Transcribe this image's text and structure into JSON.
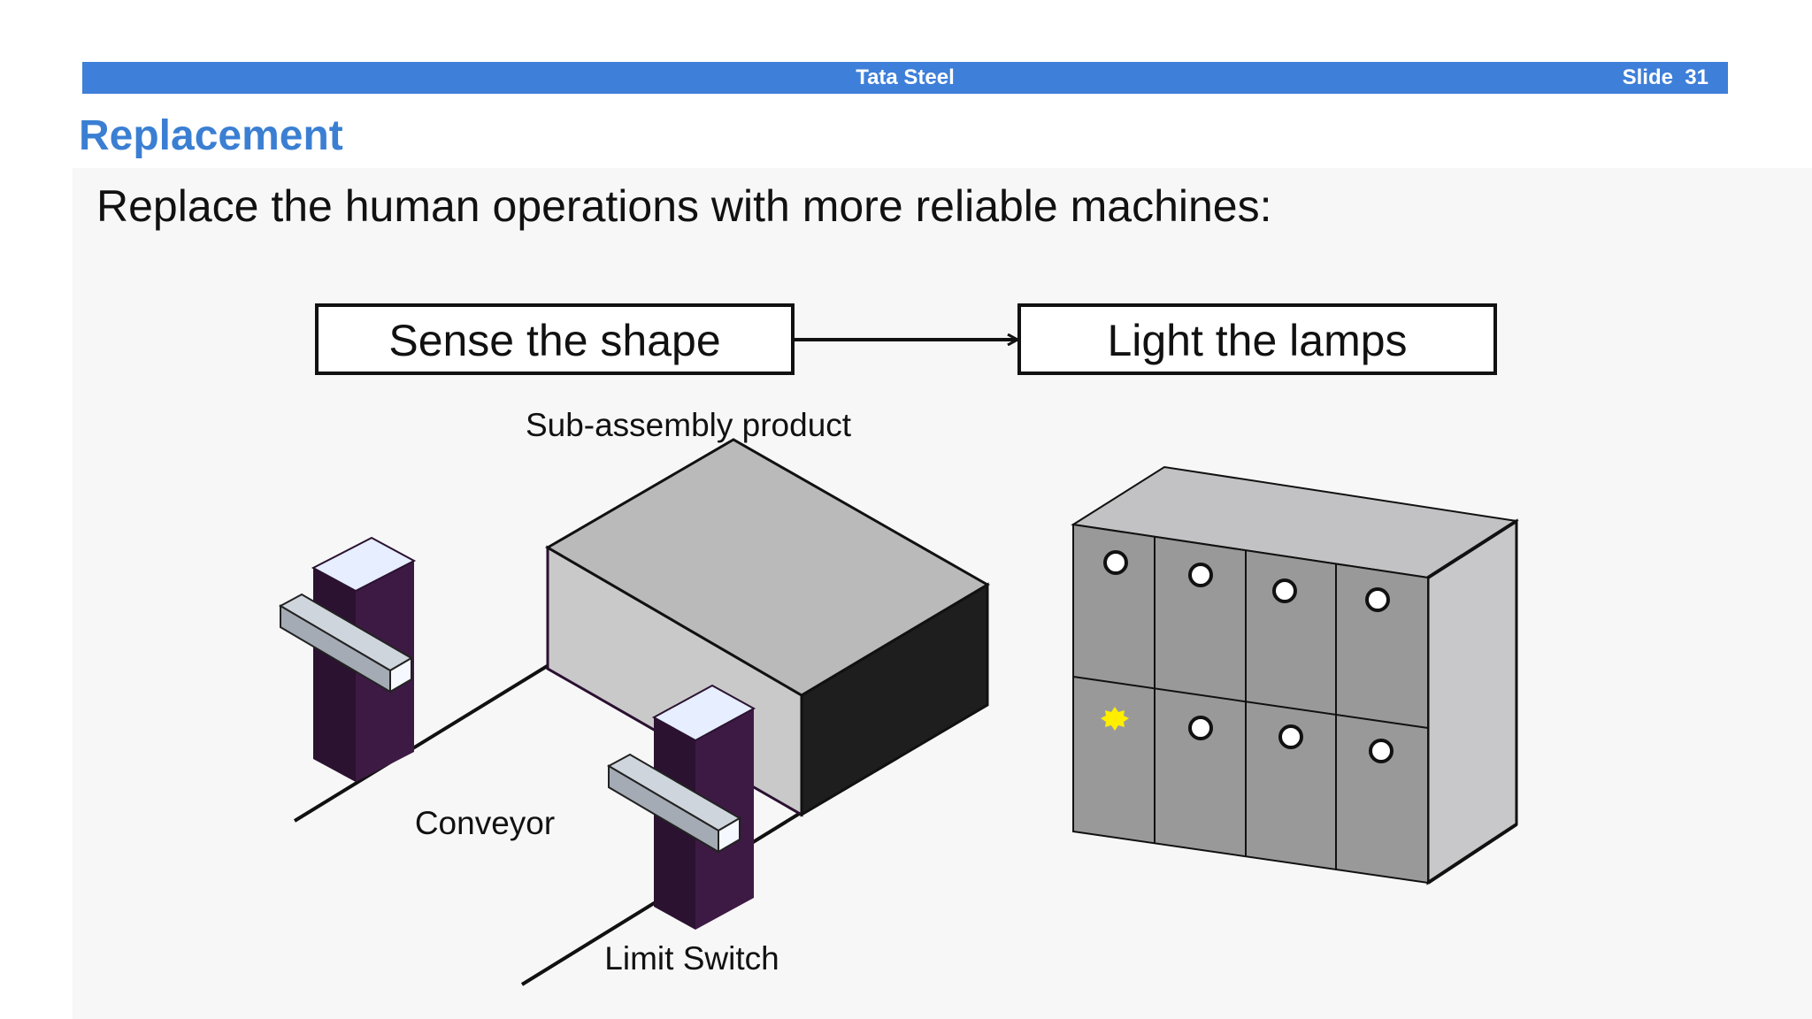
{
  "header": {
    "title": "Tata Steel",
    "slide_label": "Slide  31"
  },
  "slide": {
    "heading": "Replacement",
    "subtitle": "Replace the human operations with more reliable machines:"
  },
  "diagram": {
    "step1": "Sense the shape",
    "step2": "Light the lamps",
    "product_label": "Sub-assembly product",
    "conveyor_label": "Conveyor",
    "switch_label": "Limit Switch",
    "lamp_lit_color": "#ffee00",
    "lamp_panel": {
      "rows": 2,
      "columns": 4,
      "lit_lamp": "row 2, column 1"
    }
  },
  "colors": {
    "accent": "#3e7fd9",
    "heading": "#3b7fd3",
    "switch_body": "#3d1a44",
    "box_top": "#bbbabb",
    "box_front": "#cac9ca",
    "box_side": "#1e1e1e",
    "cabinet": "#9a999a"
  }
}
